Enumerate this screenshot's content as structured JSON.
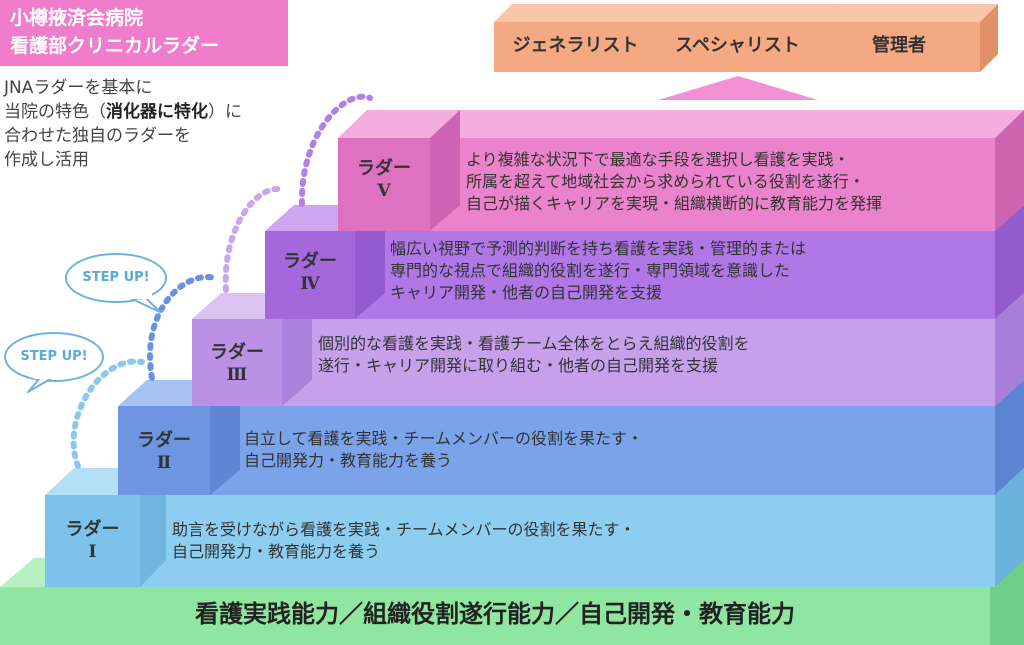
{
  "header": {
    "title_line1": "小樽掖済会病院",
    "title_line2": "看護部クリニカルラダー"
  },
  "intro": {
    "line1": "JNAラダーを基本に",
    "line2_pre": "当院の特色（",
    "line2_bold": "消化器に特化",
    "line2_post": "）に",
    "line3": "合わせた独自のラダーを",
    "line4": "作成し活用"
  },
  "careers": [
    "ジェネラリスト",
    "スペシャリスト",
    "管理者"
  ],
  "step_up_labels": [
    "STEP UP!",
    "STEP UP!"
  ],
  "levels": [
    {
      "title": "ラダー",
      "numeral": "Ⅰ",
      "lines": [
        "助言を受けながら看護を実践・チームメンバーの役割を果たす・",
        "自己開発力・教育能力を養う"
      ]
    },
    {
      "title": "ラダー",
      "numeral": "Ⅱ",
      "lines": [
        "自立して看護を実践・チームメンバーの役割を果たす・",
        "自己開発力・教育能力を養う"
      ]
    },
    {
      "title": "ラダー",
      "numeral": "Ⅲ",
      "lines": [
        "個別的な看護を実践・看護チーム全体をとらえ組織的役割を",
        "遂行・キャリア開発に取り組む・他者の自己開発を支援"
      ]
    },
    {
      "title": "ラダー",
      "numeral": "Ⅳ",
      "lines": [
        "幅広い視野で予測的判断を持ち看護を実践・管理的または",
        "専門的な視点で組織的役割を遂行・専門領域を意識した",
        "キャリア開発・他者の自己開発を支援"
      ]
    },
    {
      "title": "ラダー",
      "numeral": "Ⅴ",
      "lines": [
        "より複雑な状況下で最適な手段を選択し看護を実践・",
        "所属を超えて地域社会から求められている役割を遂行・",
        "自己が描くキャリアを実現・組織横断的に教育能力を発揮"
      ]
    }
  ],
  "base": {
    "label": "看護実践能力／組織役割遂行能力／自己開発・教育能力"
  },
  "colors": {
    "title_bg": "#f07ccc",
    "base": "#8fe6a0",
    "ladder1": "#8ccdf0",
    "ladder2": "#7ba3ea",
    "ladder3": "#c7a0ec",
    "ladder4": "#b077e6",
    "ladder5": "#ea82cc",
    "career": "#f4a982",
    "bubble_border": "#6bb3e3"
  }
}
